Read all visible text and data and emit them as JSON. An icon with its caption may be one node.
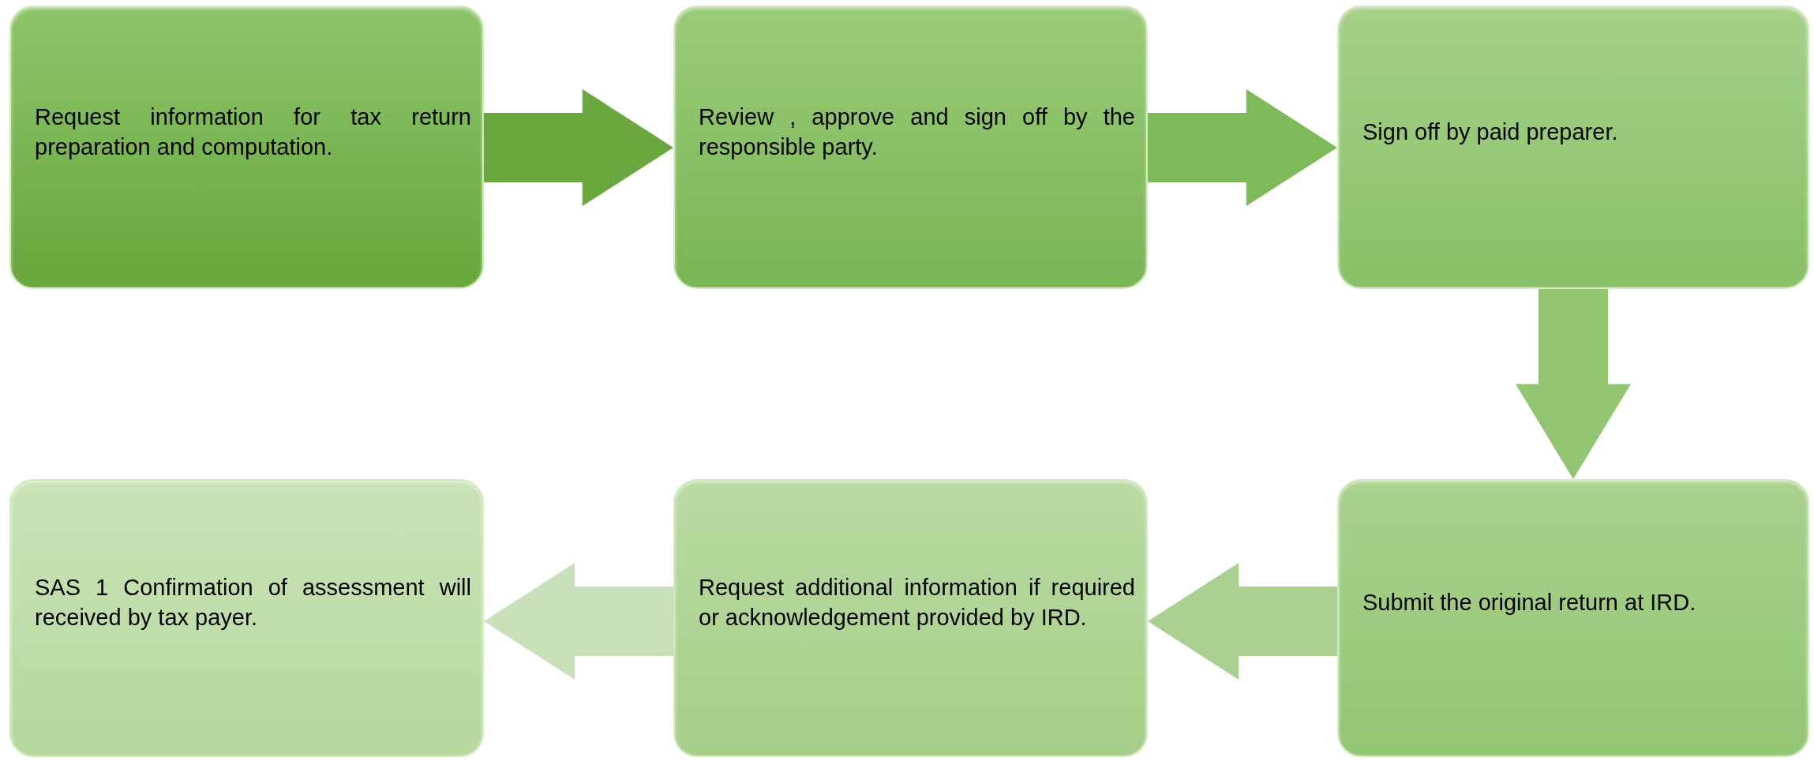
{
  "diagram": {
    "nodes": [
      {
        "text": [
          "Request information for tax return preparation and computation."
        ]
      },
      {
        "text": [
          "Review , approve and sign off by the responsible party."
        ]
      },
      {
        "text": [
          "Sign off by paid preparer."
        ]
      },
      {
        "text": [
          "Submit the original return at IRD."
        ]
      },
      {
        "text": [
          "Request additional information if required or acknowledgement provided by IRD."
        ]
      },
      {
        "text": [
          "SAS 1 Confirmation of assessment will received by tax payer."
        ]
      }
    ],
    "edges": [
      {
        "from": 0,
        "to": 1,
        "arrow": "to"
      },
      {
        "from": 1,
        "to": 2,
        "arrow": "to"
      },
      {
        "from": 2,
        "to": 3,
        "arrow": "to"
      },
      {
        "from": 3,
        "to": 4,
        "arrow": "to"
      },
      {
        "from": 4,
        "to": 5,
        "arrow": "to"
      }
    ]
  }
}
